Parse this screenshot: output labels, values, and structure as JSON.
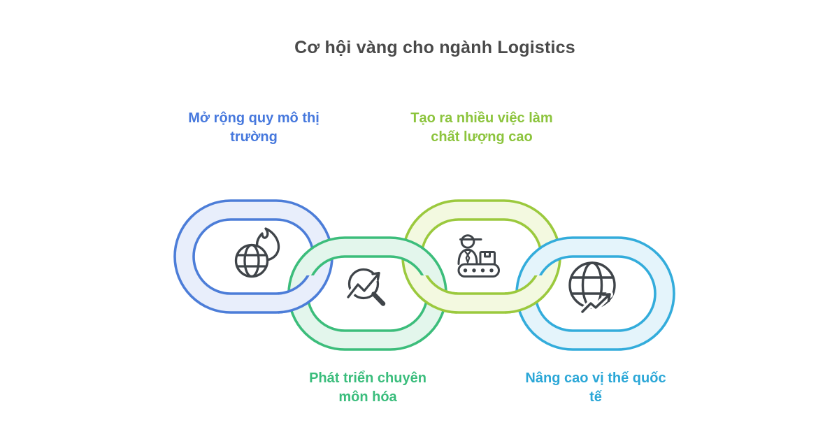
{
  "page": {
    "background": "#ffffff"
  },
  "title": {
    "text": "Cơ hội vàng cho ngành Logistics",
    "color": "#4a4a4a"
  },
  "palette": {
    "icon_stroke": "#3f4449",
    "white": "#ffffff"
  },
  "links": [
    {
      "name": "market-expansion",
      "label_lines": [
        "Mở rộng quy mô thị",
        "trường"
      ],
      "label_color": "#4678dd",
      "ring_color": "#4c7dd8",
      "ring_tint": "#e8eefb",
      "icon": "globe-fire-icon"
    },
    {
      "name": "specialization",
      "label_lines": [
        "Phát triển chuyên",
        "môn hóa"
      ],
      "label_color": "#3abd7c",
      "ring_color": "#3cbd7b",
      "ring_tint": "#e3f6ec",
      "icon": "chart-magnifier-icon"
    },
    {
      "name": "quality-jobs",
      "label_lines": [
        "Tạo ra nhiều việc làm",
        "chất lượng cao"
      ],
      "label_color": "#8cc43d",
      "ring_color": "#9bc93d",
      "ring_tint": "#f3f9e0",
      "icon": "worker-conveyor-icon"
    },
    {
      "name": "international-position",
      "label_lines": [
        "Nâng cao vị thế quốc",
        "tế"
      ],
      "label_color": "#2ba7d7",
      "ring_color": "#33acdb",
      "ring_tint": "#e4f4fb",
      "icon": "globe-growth-icon"
    }
  ]
}
